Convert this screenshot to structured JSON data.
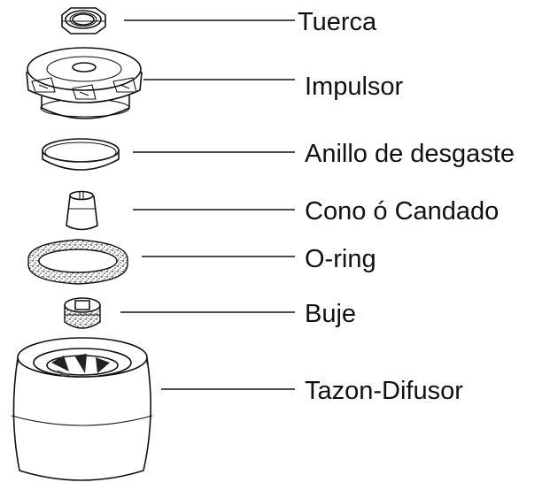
{
  "diagram": {
    "parts": [
      {
        "id": "tuerca",
        "label": "Tuerca"
      },
      {
        "id": "impulsor",
        "label": "Impulsor"
      },
      {
        "id": "anillo",
        "label": "Anillo de desgaste"
      },
      {
        "id": "cono",
        "label": "Cono ó Candado"
      },
      {
        "id": "oring",
        "label": "O-ring"
      },
      {
        "id": "buje",
        "label": "Buje"
      },
      {
        "id": "tazon",
        "label": "Tazon-Difusor"
      }
    ]
  }
}
